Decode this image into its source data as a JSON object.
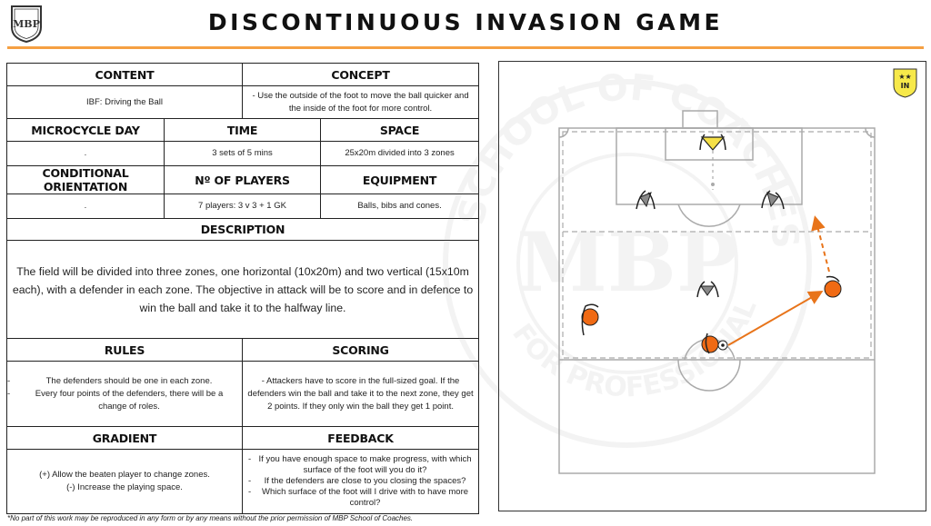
{
  "header": {
    "title": "DISCONTINUOUS INVASION GAME",
    "logo_text": "MBP"
  },
  "sheet": {
    "content_label": "CONTENT",
    "content_value": "IBF: Driving the Ball",
    "concept_label": "CONCEPT",
    "concept_value": "- Use the outside of the foot to move the ball quicker and the inside of the foot for more control.",
    "microcycle_label": "MICROCYCLE DAY",
    "microcycle_value": ".",
    "time_label": "TIME",
    "time_value": "3 sets of 5 mins",
    "space_label": "SPACE",
    "space_value": "25x20m divided into 3 zones",
    "orientation_label": "CONDITIONAL ORIENTATION",
    "orientation_value": ".",
    "players_label": "Nº OF PLAYERS",
    "players_value": "7 players: 3 v 3 + 1 GK",
    "equipment_label": "EQUIPMENT",
    "equipment_value": "Balls, bibs and cones.",
    "description_label": "DESCRIPTION",
    "description_value": "The field will be divided into three zones, one horizontal (10x20m) and two vertical (15x10m each), with a defender in each zone. The objective in attack will be to score and in defence to win the ball and take it to the halfway line.",
    "rules_label": "RULES",
    "rules_items": [
      "The defenders should be one in each zone.",
      "Every four points of the defenders, there will be a change of roles."
    ],
    "scoring_label": "SCORING",
    "scoring_value": "- Attackers have to score in the full-sized goal. If the defenders win the ball and take it to the next zone, they get 2 points. If they only win the ball they get 1 point.",
    "gradient_label": "GRADIENT",
    "gradient_items": [
      "(+) Allow the beaten player to change zones.",
      "(-) Increase the playing space."
    ],
    "feedback_label": "FEEDBACK",
    "feedback_items": [
      "If you have enough space to make progress, with which surface of the foot will you do it?",
      "If the defenders are close to you closing the spaces?",
      "Which surface of the foot will I drive with to have more control?"
    ]
  },
  "badge": {
    "text": "IN",
    "stars": "★★"
  },
  "watermark": {
    "ring_text": "SCHOOL OF COACHES",
    "bottom_text": "FOR PROFESSIONALS",
    "center_text": "MBP"
  },
  "footer": {
    "text": "*No part of this work may be reproduced in any form or by any means without the prior permission of MBP School of Coaches."
  },
  "colors": {
    "accent": "#f5a043",
    "attacker": "#f06a14",
    "goalkeeper": "#f5e047",
    "defender": "#8a8a8a",
    "arrow": "#e8741a",
    "badge": "#f7e94a"
  }
}
